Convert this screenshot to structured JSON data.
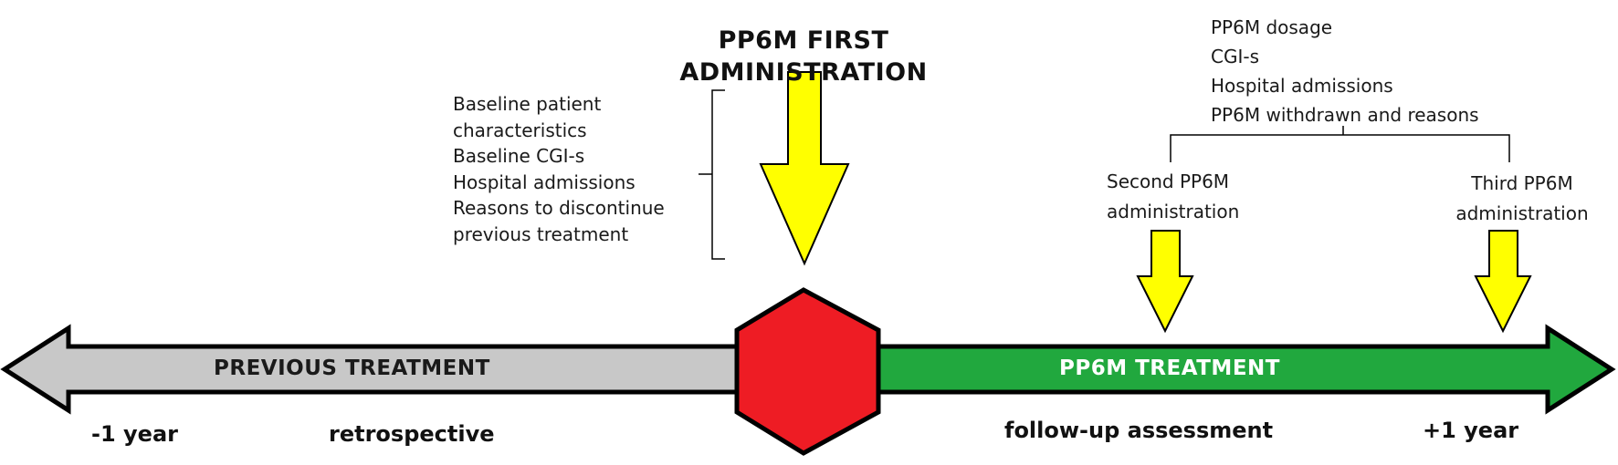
{
  "first_admin_title": [
    "PP6M FIRST",
    "ADMINISTRATION"
  ],
  "baseline_items": [
    "Baseline patient",
    "characteristics",
    "Baseline CGI-s",
    "Hospital admissions",
    "Reasons to discontinue",
    "previous treatment"
  ],
  "followup_items": [
    "PP6M dosage",
    "CGI-s",
    "Hospital admissions",
    "PP6M withdrawn and reasons"
  ],
  "second_admin": [
    "Second PP6M",
    "administration"
  ],
  "third_admin": [
    "Third PP6M",
    "administration"
  ],
  "previous_treatment_label": "PREVIOUS TREATMENT",
  "pp6m_treatment_label": "PP6M TREATMENT",
  "minus_year": "-1 year",
  "retrospective": "retrospective",
  "followup_assessment": "follow-up assessment",
  "plus_year": "+1 year",
  "colors": {
    "previous_bar": "#c8c8c8",
    "pp6m_bar": "#21a83e",
    "hexagon": "#ee1c24",
    "arrow_yellow": "#ffff00",
    "outline": "#000000"
  }
}
